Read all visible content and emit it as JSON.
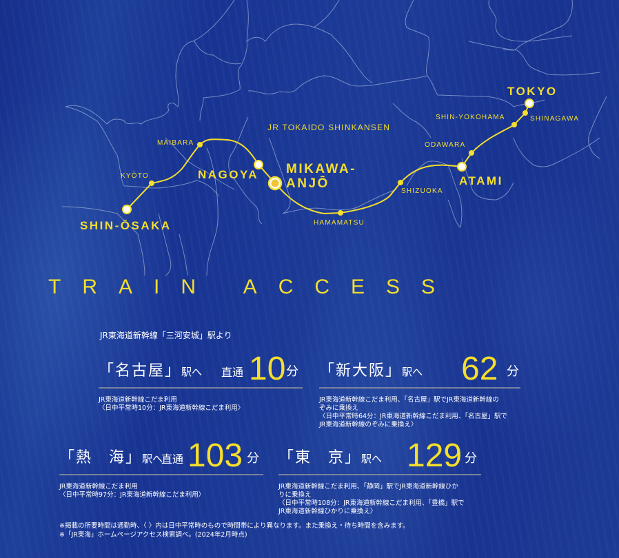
{
  "map": {
    "line_name": "JR TOKAIDO SHINKANSEN",
    "colors": {
      "background": "#1c3a94",
      "route": "#f5de2c",
      "border": "#9fb0d8",
      "station_fill_major": "#ffffff"
    },
    "stations": [
      {
        "name": "SHIN-ŌSAKA",
        "type": "major"
      },
      {
        "name": "KYŌTO",
        "type": "minor"
      },
      {
        "name": "MAIBARA",
        "type": "minor"
      },
      {
        "name": "NAGOYA",
        "type": "major"
      },
      {
        "name": "MIKAWA-",
        "name2": "ANJŌ",
        "type": "origin"
      },
      {
        "name": "HAMAMATSU",
        "type": "minor"
      },
      {
        "name": "SHIZUOKA",
        "type": "minor"
      },
      {
        "name": "ATAMI",
        "type": "major"
      },
      {
        "name": "ODAWARA",
        "type": "minor"
      },
      {
        "name": "SHIN-YOKOHAMA",
        "type": "minor"
      },
      {
        "name": "SHINAGAWA",
        "type": "minor"
      },
      {
        "name": "TOKYO",
        "type": "major"
      }
    ]
  },
  "title": "TRAIN ACCESS",
  "subtitle": "JR東海道新幹線「三河安城」駅より",
  "routes": [
    {
      "station": "「名古屋」",
      "suffix": "駅へ",
      "direct": "直通",
      "minutes": "10",
      "unit": "分",
      "note": "JR東海道新幹線こだま利用\n〈日中平常時10分：JR東海道新幹線こだま利用〉"
    },
    {
      "station": "「新大阪」",
      "suffix": "駅へ",
      "direct": "",
      "minutes": "62",
      "unit": "分",
      "note": "JR東海道新幹線こだま利用、「名古屋」駅でJR東海道新幹線の\nぞみに乗換え\n〈日中平常時64分：JR東海道新幹線こだま利用、「名古屋」駅で\nJR東海道新幹線のぞみに乗換え〉"
    },
    {
      "station": "「熱　海」",
      "suffix": "駅へ",
      "direct": "直通",
      "minutes": "103",
      "unit": "分",
      "note": "JR東海道新幹線こだま利用\n〈日中平常時97分：JR東海道新幹線こだま利用〉"
    },
    {
      "station": "「東　京」",
      "suffix": "駅へ",
      "direct": "",
      "minutes": "129",
      "unit": "分",
      "note": "JR東海道新幹線こだま利用、「静岡」駅でJR東海道新幹線ひか\nりに乗換え\n〈日中平常時108分：JR東海道新幹線こだま利用、「豊橋」駅で\nJR東海道新幹線ひかりに乗換え〉"
    }
  ],
  "footnotes": [
    "※掲載の所要時間は通勤時、〈 〉内は日中平常時のもので時間帯により異なります。また乗換え・待ち時間を含みます。",
    "※「JR東海」ホームページアクセス検索調べ。(2024年2月時点)"
  ]
}
